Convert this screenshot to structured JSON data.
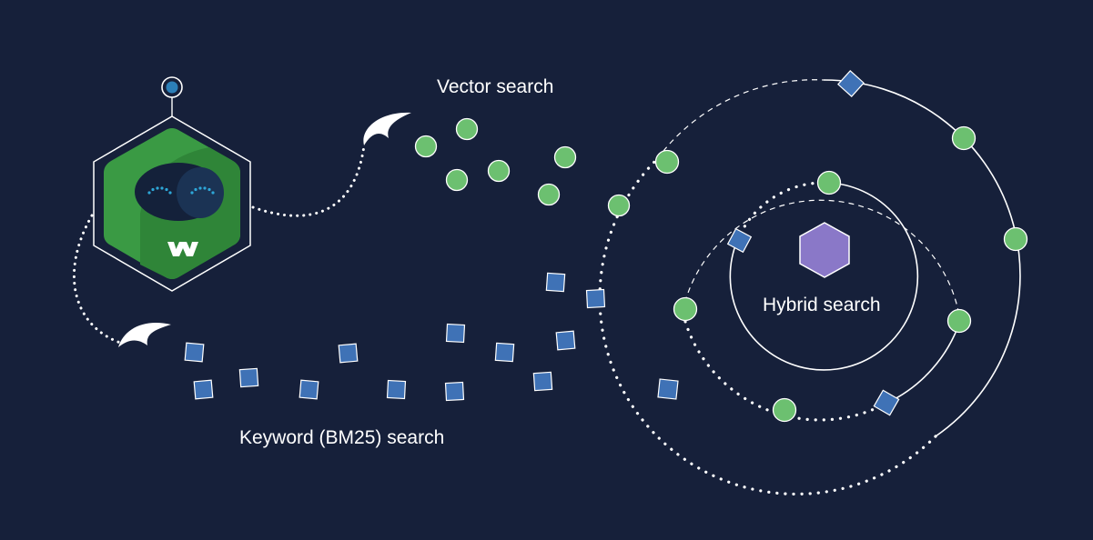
{
  "labels": {
    "vector": "Vector search",
    "keyword": "Keyword (BM25) search",
    "hybrid": "Hybrid search"
  },
  "icons": {
    "robot": "weaviate-robot-icon",
    "logo": "weaviate-logo-icon",
    "antenna": "antenna-icon",
    "cluster": "hexagon-icon",
    "vector_point": "circle-icon",
    "keyword_point": "square-icon",
    "arrow": "swoosh-arrow-icon"
  },
  "colors": {
    "background": "#16203a",
    "vector_point": "#6cc070",
    "keyword_point": "#3f72b6",
    "robot_body": "#3a9a44",
    "hexagon": "#8a78c8",
    "line": "#ffffff"
  }
}
